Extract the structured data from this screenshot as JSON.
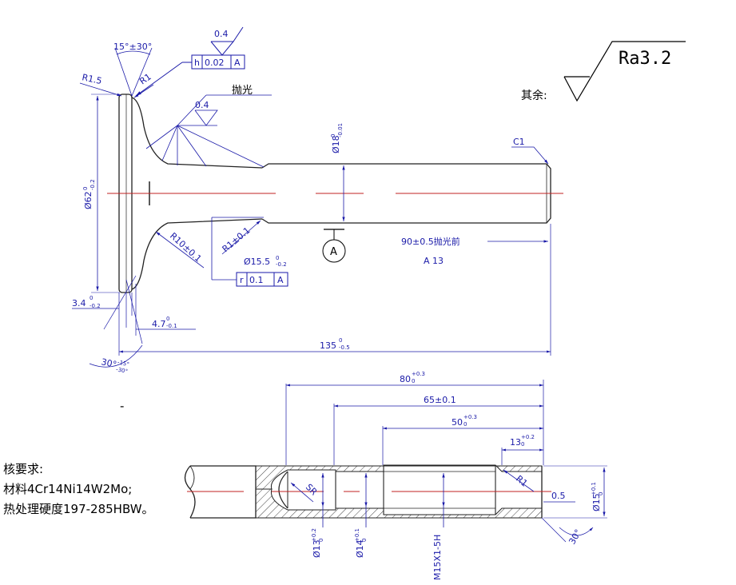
{
  "surface_finish": {
    "symbol_value": "Ra3.2",
    "rest_label": "其余:"
  },
  "notes": {
    "heading": "核要求:",
    "material": "材料4Cr14Ni14W2Mo;",
    "hardness": "热处理硬度197-285HBW。"
  },
  "stray_mark": "-",
  "head": {
    "angle_top": "15°±30°",
    "r_edge": "R1.5",
    "r_seat": "R1",
    "flatness_sym": "h",
    "flatness_val": "0.02",
    "flatness_datum": "A",
    "flatness_ra": "0.4",
    "polish": "抛光",
    "seat_ra": "0.4",
    "dia_head": "Ø62",
    "dia_head_tol_up": "0",
    "dia_head_tol_lo": "-0.2",
    "r_fillet": "R10±0.1",
    "r_neck": "R1±0.1",
    "dia_neck": "Ø15.5",
    "dia_neck_tol_up": "0",
    "dia_neck_tol_lo": "-0.2",
    "runout_sym": "r",
    "runout_val": "0.1",
    "runout_datum": "A",
    "thk": "3.4",
    "thk_tol_up": "0",
    "thk_tol_lo": "-0.2",
    "seat_len": "4.7",
    "seat_len_tol_up": "0",
    "seat_len_tol_lo": "-0.1",
    "seat_angle": "30°",
    "seat_angle_tol_up": "-15°",
    "seat_angle_tol_lo": "-30°"
  },
  "stem": {
    "dia": "Ø18",
    "dia_tol_up": "0",
    "dia_tol_lo": "-0.01",
    "chamfer": "C1",
    "datum": "A",
    "length_before": "90±0.5抛光前",
    "ref": "A 13",
    "overall": "135",
    "overall_tol_up": "0",
    "overall_tol_lo": "-0.5"
  },
  "section": {
    "len80": "80",
    "len80_tol_up": "+0.3",
    "len80_tol_lo": "0",
    "len65": "65±0.1",
    "len50": "50",
    "len50_tol_up": "+0.3",
    "len50_tol_lo": "0",
    "len13": "13",
    "len13_tol_up": "+0.2",
    "len13_tol_lo": "0",
    "sr": "SR",
    "r1": "R1",
    "gap": "0.5",
    "dia15": "Ø15",
    "dia15_tol_up": "+0.1",
    "dia15_tol_lo": "0",
    "angle": "30°",
    "dia13": "Ø13",
    "dia13_tol_up": "+0.2",
    "dia13_tol_lo": "0",
    "dia14": "Ø14",
    "dia14_tol_up": "+0.1",
    "dia14_tol_lo": "0",
    "thread": "M15X1-5H"
  }
}
